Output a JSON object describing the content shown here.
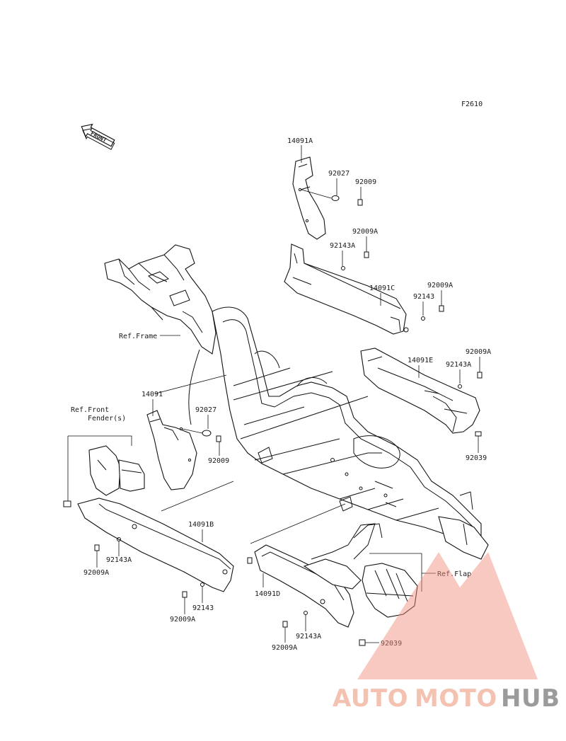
{
  "diagram": {
    "figure_code": "F2610",
    "front_arrow_text": "FRONT",
    "callouts": [
      {
        "id": "c-14091a",
        "text": "14091A"
      },
      {
        "id": "c-92027-top",
        "text": "92027"
      },
      {
        "id": "c-92009-top",
        "text": "92009"
      },
      {
        "id": "c-92009a-1",
        "text": "92009A"
      },
      {
        "id": "c-92143a-1",
        "text": "92143A"
      },
      {
        "id": "c-14091c",
        "text": "14091C"
      },
      {
        "id": "c-92009a-2",
        "text": "92009A"
      },
      {
        "id": "c-92143-1",
        "text": "92143"
      },
      {
        "id": "c-ref-frame",
        "text": "Ref.Frame"
      },
      {
        "id": "c-92009a-3",
        "text": "92009A"
      },
      {
        "id": "c-14091e",
        "text": "14091E"
      },
      {
        "id": "c-92143a-2",
        "text": "92143A"
      },
      {
        "id": "c-14091",
        "text": "14091"
      },
      {
        "id": "c-92027-mid",
        "text": "92027"
      },
      {
        "id": "c-ref-front-1",
        "text": "Ref.Front"
      },
      {
        "id": "c-ref-front-2",
        "text": "Fender(s)"
      },
      {
        "id": "c-92009-mid",
        "text": "92009"
      },
      {
        "id": "c-92039-1",
        "text": "92039"
      },
      {
        "id": "c-14091b",
        "text": "14091B"
      },
      {
        "id": "c-92143a-3",
        "text": "92143A"
      },
      {
        "id": "c-92009a-4",
        "text": "92009A"
      },
      {
        "id": "c-ref-flap",
        "text": "Ref.Flap"
      },
      {
        "id": "c-14091d",
        "text": "14091D"
      },
      {
        "id": "c-92143-2",
        "text": "92143"
      },
      {
        "id": "c-92009a-5",
        "text": "92009A"
      },
      {
        "id": "c-92143a-4",
        "text": "92143A"
      },
      {
        "id": "c-92009a-6",
        "text": "92009A"
      },
      {
        "id": "c-92039-2",
        "text": "92039"
      }
    ]
  },
  "watermark": {
    "text_auto": "AUTO",
    "text_moto": "MOTO",
    "text_hub": "HUB",
    "color_primary": "#f2b8a4",
    "color_dark": "#8a8a8a",
    "color_logo": "#f08a7a"
  }
}
